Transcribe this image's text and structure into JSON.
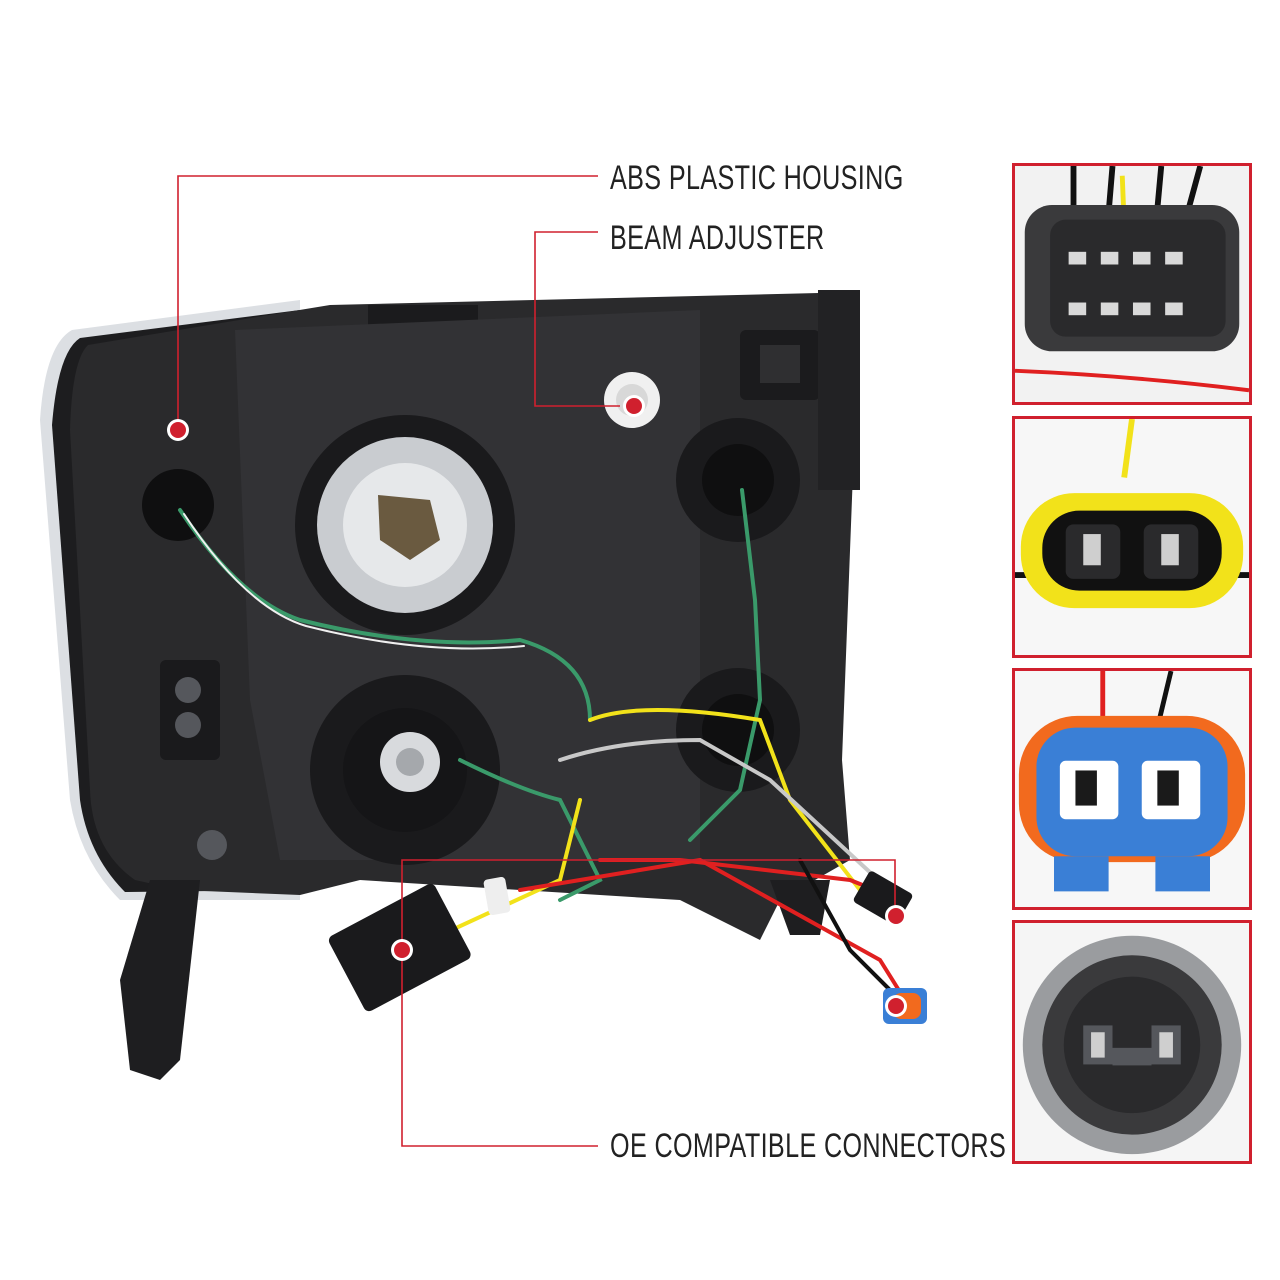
{
  "callouts": {
    "housing": "ABS PLASTIC HOUSING",
    "adjuster": "BEAM ADJUSTER",
    "connectors": "OE COMPATIBLE CONNECTORS"
  },
  "colors": {
    "callout_line": "#d0202e",
    "marker": "#d0202e",
    "inset_border": "#d0202e",
    "housing": "#2a2a2c",
    "connector_yellow": "#f2e21a",
    "connector_orange": "#f26a1e",
    "connector_blue": "#3a7fd6"
  },
  "insets": [
    {
      "name": "8-pin-connector",
      "icon": "multi-pin-connector-icon"
    },
    {
      "name": "yellow-2-pin-connector",
      "icon": "yellow-connector-icon"
    },
    {
      "name": "blue-orange-2-pin-connector",
      "icon": "blue-connector-icon"
    },
    {
      "name": "round-socket-connector",
      "icon": "round-socket-icon"
    }
  ]
}
